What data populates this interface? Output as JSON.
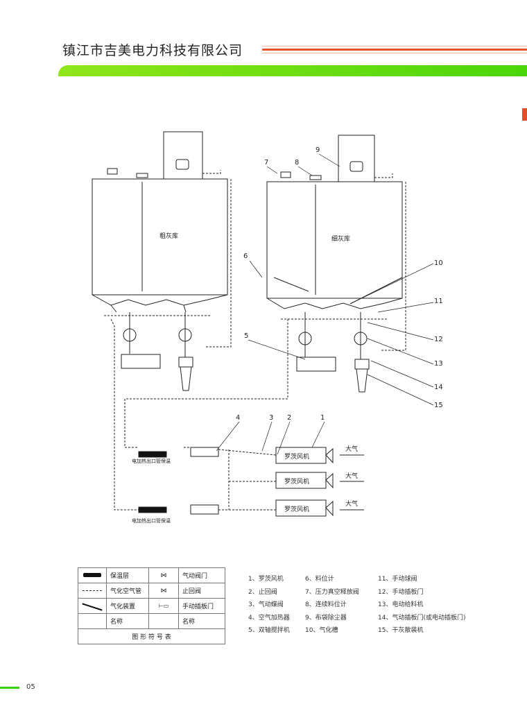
{
  "header": {
    "company": "镇江市吉美电力科技有限公司",
    "accent_green": "#5ad80e",
    "accent_red": "#e8542a"
  },
  "diagram": {
    "silo_coarse": "粗灰库",
    "silo_fine": "细灰库",
    "callouts": [
      "1",
      "2",
      "3",
      "4",
      "5",
      "6",
      "7",
      "8",
      "9",
      "10",
      "11",
      "12",
      "13",
      "14",
      "15"
    ],
    "blower_label": "罗茨风机",
    "atmosphere": "大气",
    "heater_note": "电加热出口管保温"
  },
  "legend_table": {
    "rows": [
      {
        "sym1": "thick-insulation",
        "name1": "保温层",
        "sym2": "pneumatic-valve-icon",
        "name2": "气动阀门"
      },
      {
        "sym1": "dashed-line",
        "name1": "气化空气管",
        "sym2": "check-valve-icon",
        "name2": "止回阀"
      },
      {
        "sym1": "diagonal-line",
        "name1": "气化装置",
        "sym2": "manual-gate-icon",
        "name2": "手动插板门"
      },
      {
        "sym1": "",
        "name1": "名称",
        "sym2": "",
        "name2": "名称"
      }
    ],
    "caption": "图 形 符 号 表"
  },
  "parts_list": {
    "col1": [
      "1、罗茨风机",
      "2、止回阀",
      "3、气动蝶阀",
      "4、空气加热器",
      "5、双轴搅拌机"
    ],
    "col2": [
      "6、料位计",
      "7、压力真空释放阀",
      "8、连续料位计",
      "9、布袋除尘器",
      "10、气化槽"
    ],
    "col3": [
      "11、手动球阀",
      "12、手动插板门",
      "13、电动给料机",
      "14、气动插板门(或电动插板门)",
      "15、干灰散装机"
    ]
  },
  "footer": {
    "page_number": "05"
  }
}
